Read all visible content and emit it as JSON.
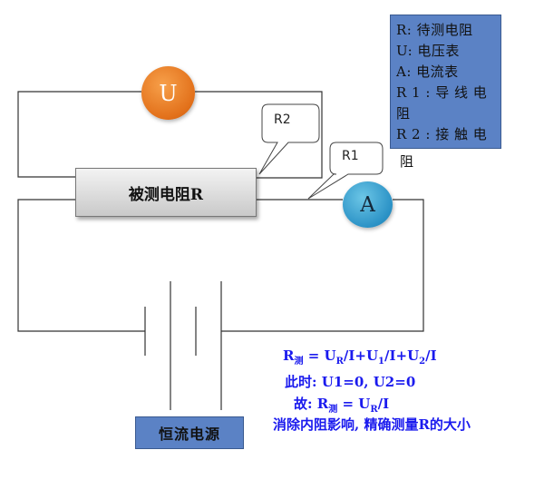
{
  "legend": {
    "lines": [
      "R: 待测电阻",
      "U: 电压表",
      "A: 电流表",
      "R 1 : 导 线 电",
      "阻",
      "R 2 : 接 触 电"
    ],
    "overflow_line": "阻"
  },
  "resistor": {
    "label": "被测电阻R"
  },
  "meters": {
    "voltmeter": "U",
    "ammeter": "A"
  },
  "callouts": {
    "r2": "R2",
    "r1": "R1"
  },
  "source": {
    "label": "恒流电源"
  },
  "formulas": {
    "line1": {
      "r": "R",
      "r_sub": "测",
      "eq1": " = U",
      "ur_sub": "R",
      "p1": "/I+U",
      "u1_sub": "1",
      "p2": "/I+U",
      "u2_sub": "2",
      "p3": "/I"
    },
    "line2": "此时:  U1=0, U2=0",
    "line3": {
      "pre": "故:  R",
      "r_sub": "测",
      "eq": " = U",
      "ur_sub": "R",
      "post": "/I"
    },
    "line4": "消除内阻影响, 精确测量R的大小"
  },
  "colors": {
    "legend_bg": "#5b82c5",
    "formula": "#1a1aee",
    "voltmeter": "#e2701a",
    "ammeter": "#2b92c6"
  }
}
